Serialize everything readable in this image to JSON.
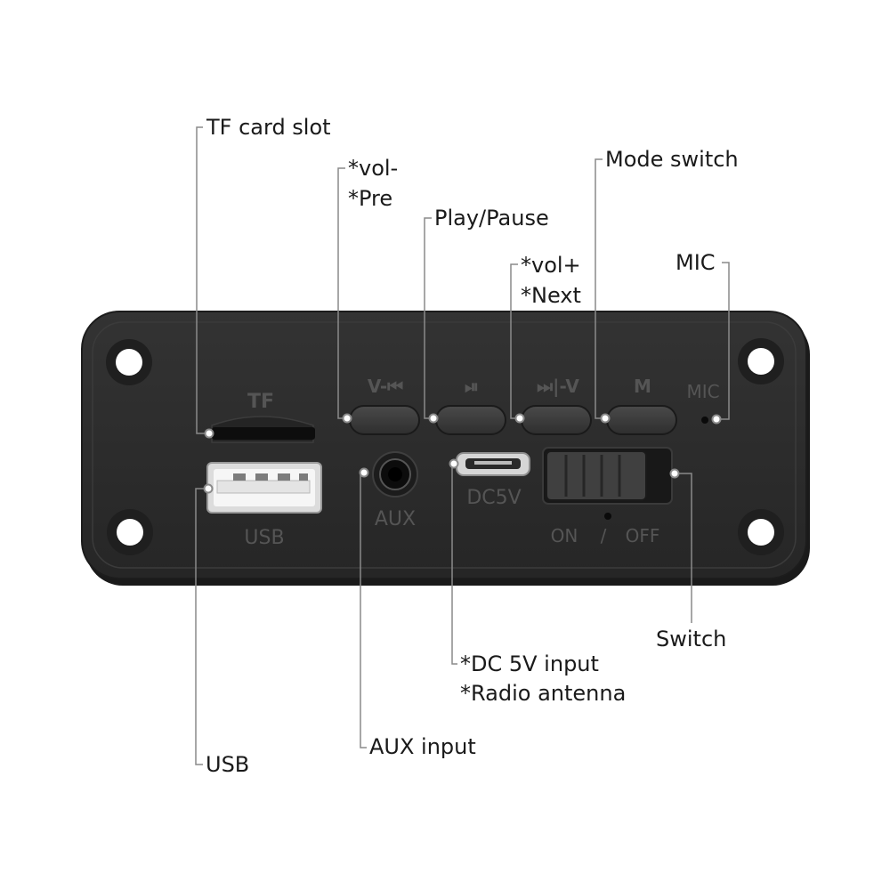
{
  "colors": {
    "panel": "#2b2b2b",
    "panel_edge": "#1c1c1c",
    "panel_print": "#555555",
    "leader_line": "#8a8a8a",
    "callout_text": "#1a1a1a"
  },
  "panel_labels": {
    "tf": "TF",
    "usb": "USB",
    "aux": "AUX",
    "dc": "DC5V",
    "mic": "MIC",
    "on": "ON",
    "slash": "/",
    "off": "OFF",
    "btn_vol_minus": "V-⏮",
    "btn_play_pause": "⏯",
    "btn_vol_plus": "⏭|-V",
    "btn_mode": "M"
  },
  "callouts": {
    "tf_card_slot": "TF card slot",
    "vol_minus_line1": "*vol-",
    "vol_minus_line2": "*Pre",
    "play_pause": "Play/Pause",
    "vol_plus_line1": "*vol+",
    "vol_plus_line2": "*Next",
    "mode_switch": "Mode switch",
    "mic": "MIC",
    "switch": "Switch",
    "dc_line1": "*DC 5V input",
    "dc_line2": "*Radio antenna",
    "aux_input": "AUX input",
    "usb": "USB"
  }
}
